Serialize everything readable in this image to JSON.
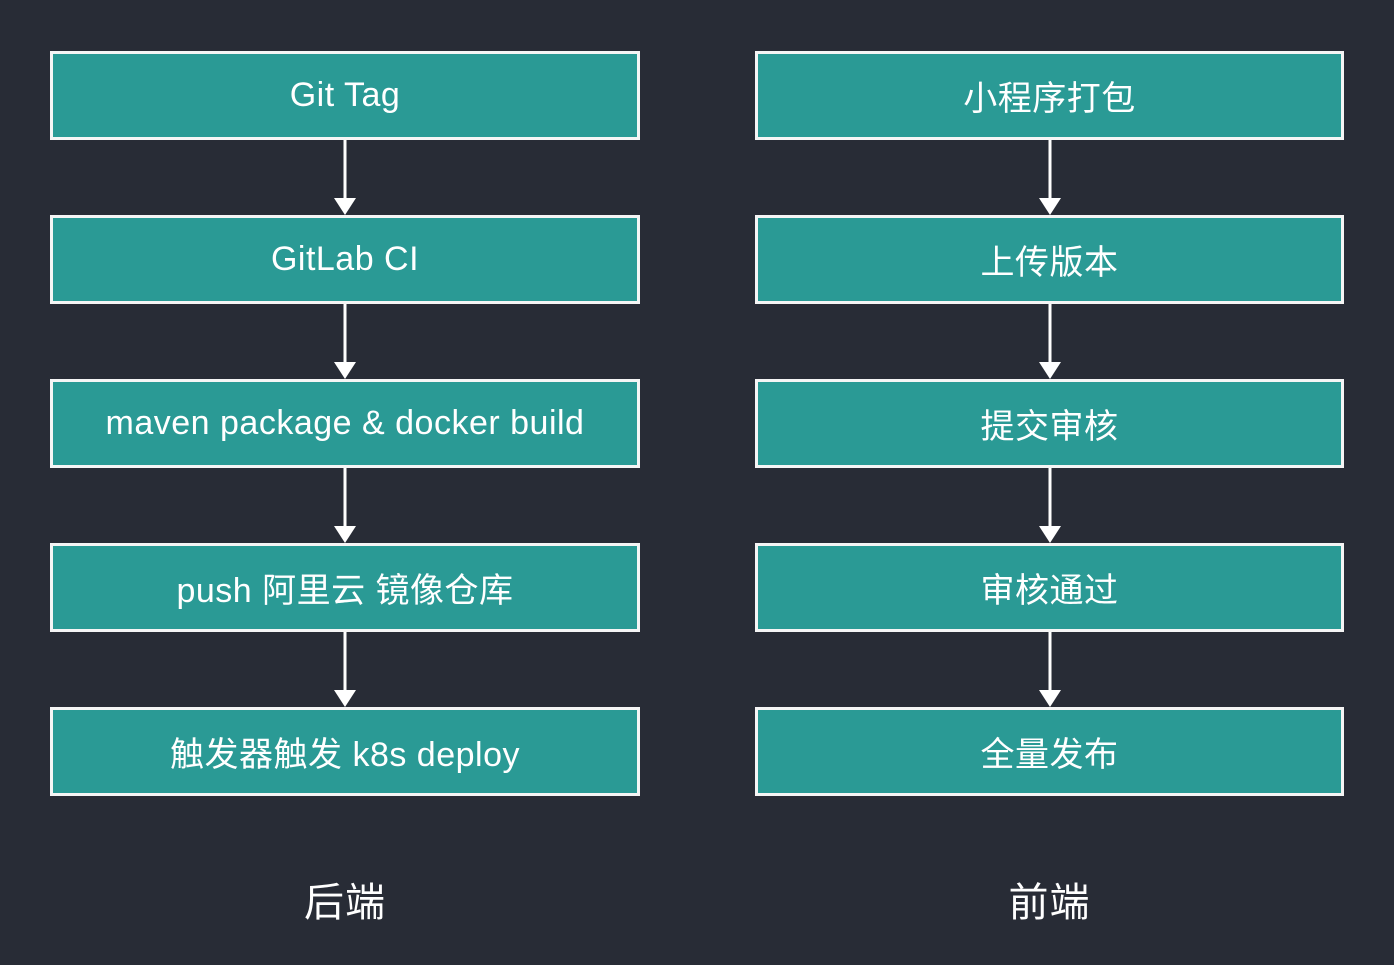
{
  "diagram": {
    "type": "flowchart",
    "background_color": "#282c36",
    "node_fill_color": "#2a9a95",
    "node_border_color": "#f5f5f5",
    "text_color": "#ffffff",
    "arrow_color": "#ffffff",
    "columns": [
      {
        "id": "backend",
        "label": "后端",
        "nodes": [
          "Git Tag",
          "GitLab CI",
          "maven package & docker build",
          "push 阿里云 镜像仓库",
          "触发器触发 k8s deploy"
        ]
      },
      {
        "id": "frontend",
        "label": "前端",
        "nodes": [
          "小程序打包",
          "上传版本",
          "提交审核",
          "审核通过",
          "全量发布"
        ]
      }
    ]
  }
}
